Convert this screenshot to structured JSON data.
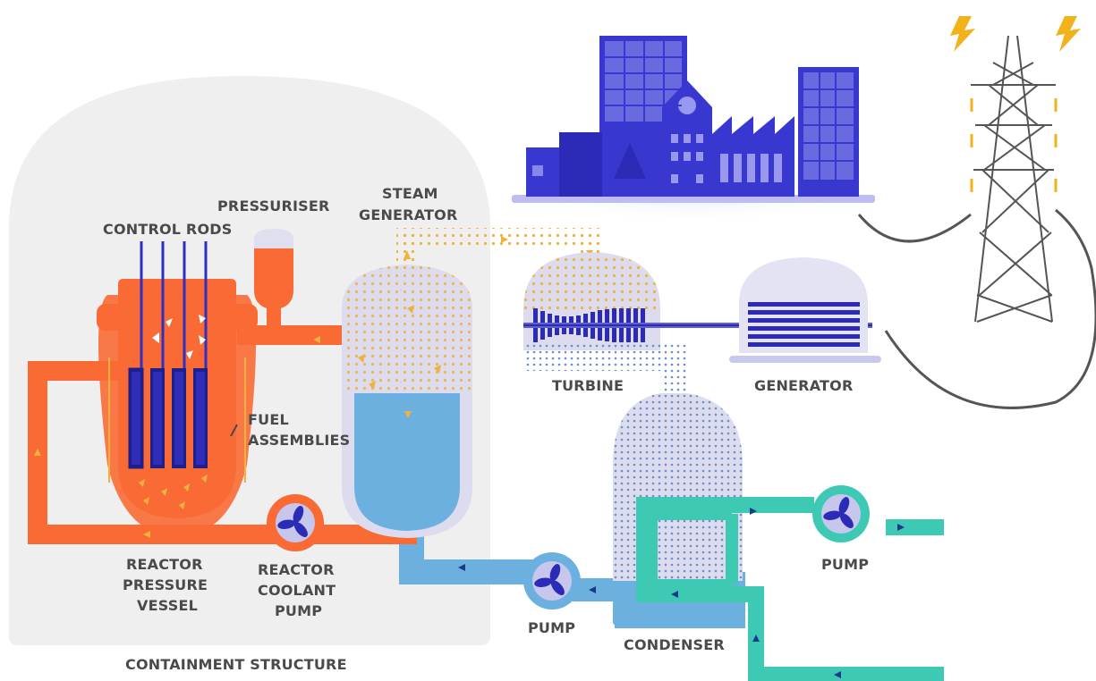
{
  "labels": {
    "control_rods": "CONTROL RODS",
    "pressuriser": "PRESSURISER",
    "steam_generator": [
      "STEAM",
      "GENERATOR"
    ],
    "fuel_assemblies": [
      "FUEL",
      "ASSEMBLIES"
    ],
    "reactor_pressure_vessel": [
      "REACTOR",
      "PRESSURE",
      "VESSEL"
    ],
    "reactor_coolant_pump": [
      "REACTOR",
      "COOLANT",
      "PUMP"
    ],
    "turbine": "TURBINE",
    "generator": "GENERATOR",
    "pump_left": "PUMP",
    "pump_right": "PUMP",
    "condenser": "CONDENSER",
    "containment_structure": "CONTAINMENT STRUCTURE"
  },
  "colors": {
    "primary_loop": "#f96a35",
    "steam": "#f0b23c",
    "feedwater": "#6cb0e0",
    "cooling_water": "#3ec9b5",
    "city": "#3838d0",
    "pump_blue": "#2b2bb8",
    "containment": "#efefef",
    "lightning": "#f2b21c",
    "pylon": "#555555"
  },
  "icons": [
    "lightning-bolt-icon",
    "transmission-pylon-icon",
    "city-buildings-icon",
    "pump-fan-icon"
  ]
}
